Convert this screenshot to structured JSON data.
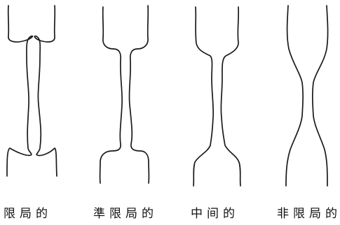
{
  "figure": {
    "stroke_color": "#1a1a1a",
    "background": "#ffffff",
    "specimens": [
      {
        "id": "localized",
        "label": "限局的"
      },
      {
        "id": "quasi-localized",
        "label": "準限局的"
      },
      {
        "id": "intermediate",
        "label": "中间的"
      },
      {
        "id": "non-localized",
        "label": "非限局的"
      }
    ]
  }
}
